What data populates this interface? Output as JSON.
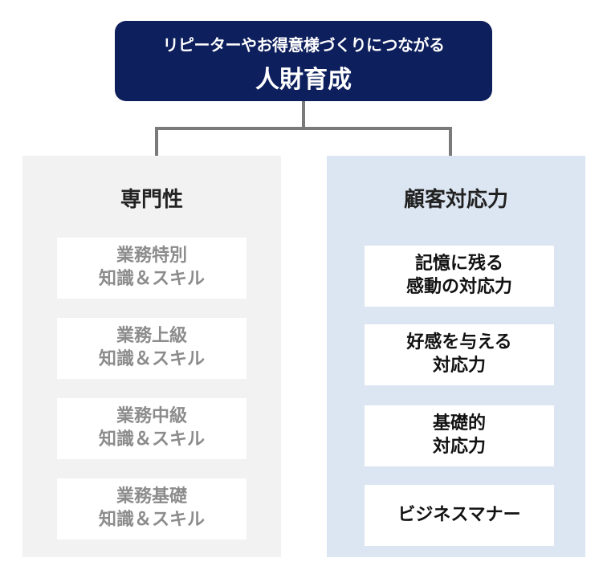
{
  "top": {
    "subtitle": "リピーターやお得意様づくりにつながる",
    "title": "人財育成"
  },
  "left_panel": {
    "title": "専門性",
    "cards": [
      {
        "line1": "業務特別",
        "line2": "知識＆スキル"
      },
      {
        "line1": "業務上級",
        "line2": "知識＆スキル"
      },
      {
        "line1": "業務中級",
        "line2": "知識＆スキル"
      },
      {
        "line1": "業務基礎",
        "line2": "知識＆スキル"
      }
    ]
  },
  "right_panel": {
    "title": "顧客対応力",
    "cards": [
      {
        "line1": "記憶に残る",
        "line2": "感動の対応力"
      },
      {
        "line1": "好感を与える",
        "line2": "対応力"
      },
      {
        "line1": "基礎的",
        "line2": "対応力"
      },
      {
        "line1": "ビジネスマナー",
        "line2": ""
      }
    ]
  },
  "colors": {
    "top_box": "#0d1f5c",
    "left_panel": "#f2f2f2",
    "right_panel": "#dce6f2",
    "connector": "#7a7a7a",
    "left_card_text": "#8c8c8c"
  }
}
